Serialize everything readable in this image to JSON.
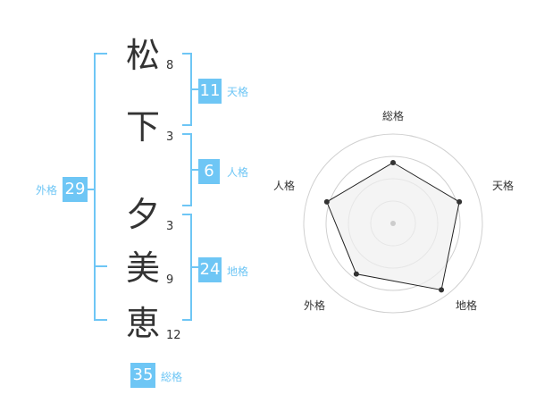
{
  "name_chars": [
    {
      "char": "松",
      "strokes": "8"
    },
    {
      "char": "下",
      "strokes": "3"
    },
    {
      "char": "夕",
      "strokes": "3"
    },
    {
      "char": "美",
      "strokes": "9"
    },
    {
      "char": "恵",
      "strokes": "12"
    }
  ],
  "kaku": {
    "tenkaku": {
      "value": "11",
      "label": "天格"
    },
    "jinkaku": {
      "value": "6",
      "label": "人格"
    },
    "chikaku": {
      "value": "24",
      "label": "地格"
    },
    "gaikaku": {
      "value": "29",
      "label": "外格"
    },
    "soukaku": {
      "value": "35",
      "label": "総格"
    }
  },
  "colors": {
    "accent": "#6ec6f5",
    "text": "#333333",
    "radar_fill": "#f0f0f0",
    "radar_ring": "#d0d0d0"
  },
  "chart_data": {
    "type": "radar",
    "categories": [
      "総格",
      "天格",
      "地格",
      "外格",
      "人格"
    ],
    "values": [
      0.68,
      0.78,
      0.92,
      0.7,
      0.78
    ],
    "range": [
      0,
      1
    ],
    "rings": 4
  }
}
